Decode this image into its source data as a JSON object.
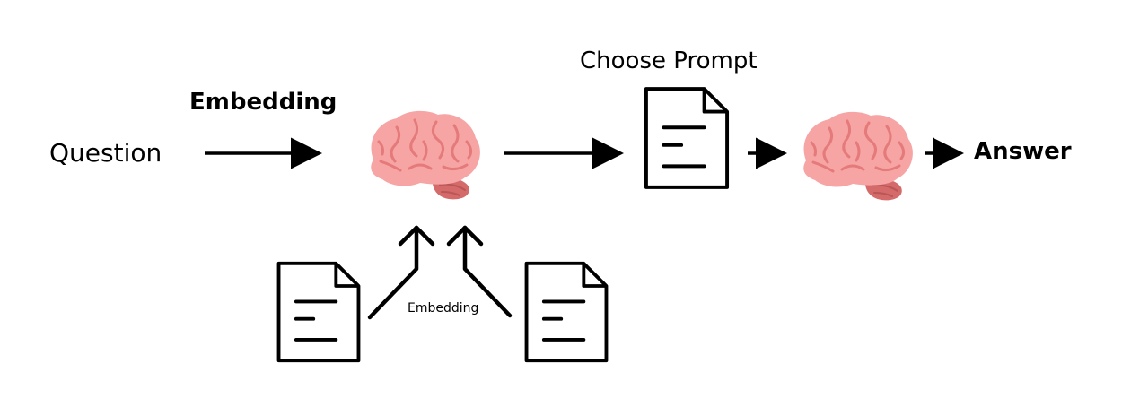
{
  "labels": {
    "question": "Question",
    "embedding_main": "Embedding",
    "choose_prompt": "Choose Prompt",
    "answer": "Answer",
    "embedding_small": "Embedding"
  },
  "icons": {
    "brain": "brain-icon",
    "document": "document-icon"
  },
  "colors": {
    "brain_fill": "#F7A4A4",
    "brain_fold": "#E47A7A",
    "brain_stem": "#D46A6A",
    "stroke": "#000000"
  }
}
